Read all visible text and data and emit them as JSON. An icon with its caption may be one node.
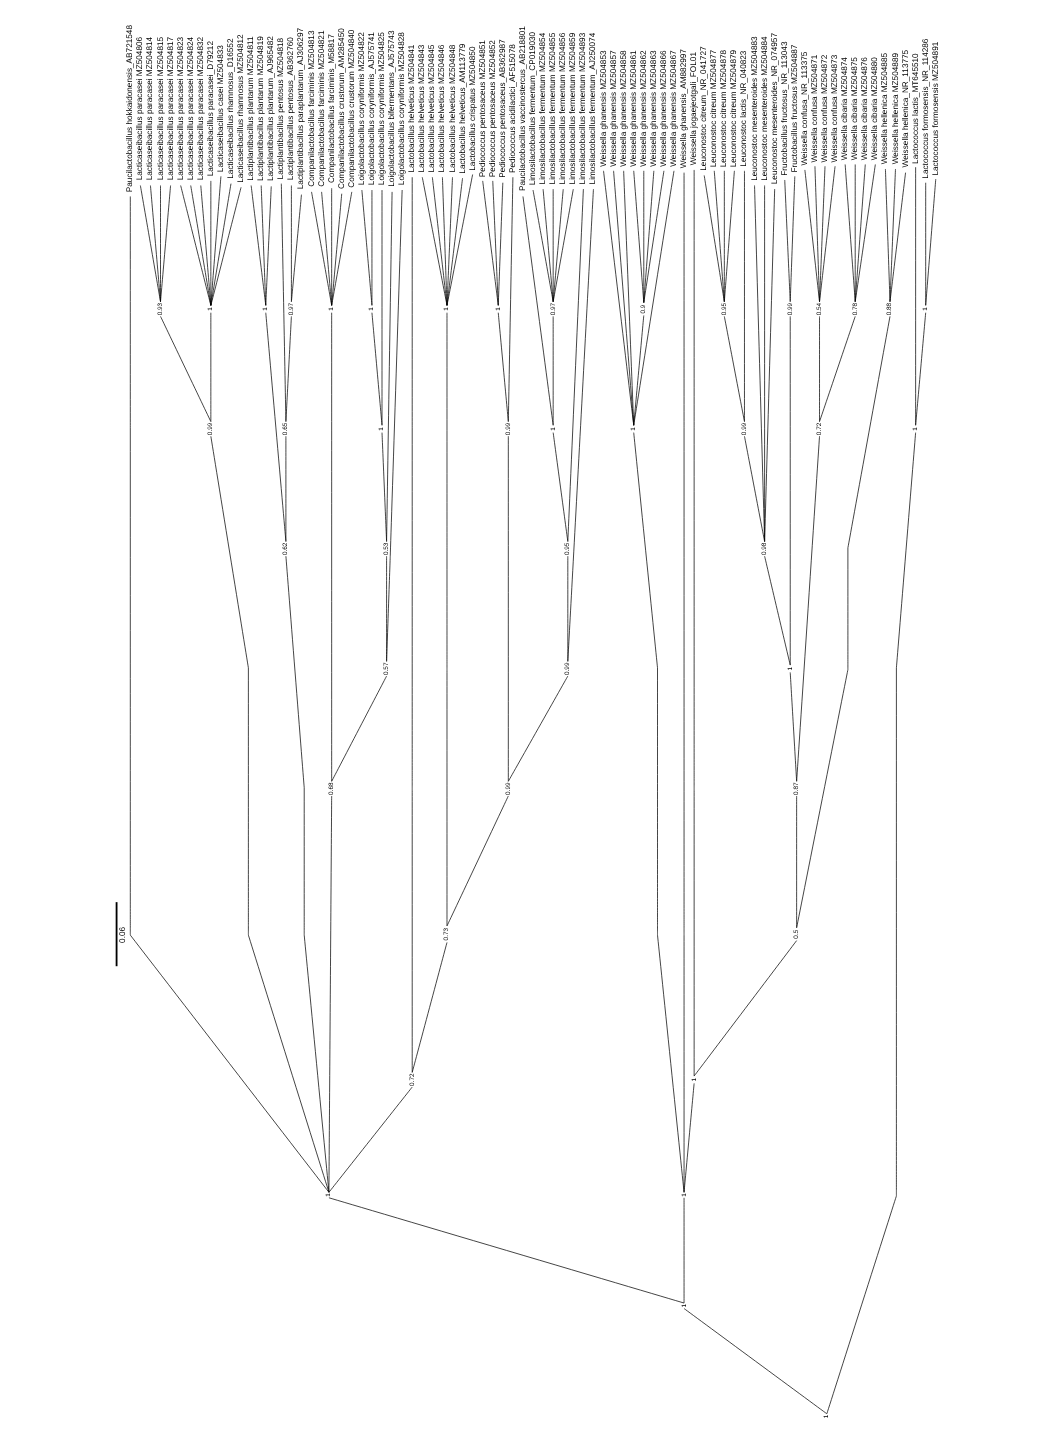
{
  "diagram": {
    "nodes": [
      {
        "text": [
          "1"
        ]
      },
      {
        "text": [
          "1"
        ]
      },
      {
        "text": [
          "1"
        ]
      },
      {
        "text": [
          "Paucilactobacillus hokkaidonensis_AB721548"
        ]
      },
      {
        "text": [
          "0.99"
        ]
      },
      {
        "text": [
          "0.93"
        ]
      },
      {
        "text": [
          "Lacticaseibacillus paracasei MZ504806"
        ]
      },
      {
        "text": [
          "Lacticaseibacillus paracasei MZ504814"
        ]
      },
      {
        "text": [
          "Lacticaseibacillus paracasei MZ504815"
        ]
      },
      {
        "text": [
          "Lacticaseibacillus paracasei MZ504817"
        ]
      },
      {
        "text": [
          "1"
        ]
      },
      {
        "text": [
          "Lacticaseibacillus paracasei MZ504823"
        ]
      },
      {
        "text": [
          "Lacticaseibacillus paracasei MZ504824"
        ]
      },
      {
        "text": [
          "Lacticaseibacillus paracasei MZ504832"
        ]
      },
      {
        "text": [
          "Lacticaseibacillus paracasei_D79212"
        ]
      },
      {
        "text": [
          "Lacticaseibacillus casei MZ504833"
        ]
      },
      {
        "text": [
          "Lacticaseibacillus rhamnosus_D16552"
        ]
      },
      {
        "text": [
          "Lacticaseibacillus rhamnosus MZ504812"
        ]
      },
      {
        "text": [
          "0.62"
        ]
      },
      {
        "text": [
          "1"
        ]
      },
      {
        "text": [
          "Lactiplantibacillus plantarum MZ504811"
        ]
      },
      {
        "text": [
          "Lactiplantibacillus plantarum MZ504819"
        ]
      },
      {
        "text": [
          "Lactiplantibacillus plantarum_AJ965482"
        ]
      },
      {
        "text": [
          "0.65"
        ]
      },
      {
        "text": [
          "Lactiplantibacillus pentosus MZ504818"
        ]
      },
      {
        "text": [
          "0.97"
        ]
      },
      {
        "text": [
          "Lactiplantibacillus pentosus_AB362760"
        ]
      },
      {
        "text": [
          "Lactiplantibacillus paraplantarum_AJ306297"
        ]
      },
      {
        "text": [
          "0.68"
        ]
      },
      {
        "text": [
          "1"
        ]
      },
      {
        "text": [
          "Companilactobacillus farciminis MZ504813"
        ]
      },
      {
        "text": [
          "Companilactobacillus farciminis MZ504821"
        ]
      },
      {
        "text": [
          "Companilactobacillus farciminis_M58817"
        ]
      },
      {
        "text": [
          "Companilactobacillus crustorum_AM285450"
        ]
      },
      {
        "text": [
          "Companilactobacillus crustorum MZ504840"
        ]
      },
      {
        "text": [
          "0.57"
        ]
      },
      {
        "text": [
          "0.53"
        ]
      },
      {
        "text": [
          "1"
        ]
      },
      {
        "text": [
          "1"
        ]
      },
      {
        "text": [
          "Loigolactobacillus coryniformis MZ504822"
        ]
      },
      {
        "text": [
          "Loigolactobacillus coryniformis_AJ575741"
        ]
      },
      {
        "text": [
          "Loigolactobacillus coryniformis MZ504825"
        ]
      },
      {
        "text": [
          "Loigolactobacillus bifermentans_AJ575743"
        ]
      },
      {
        "text": [
          "Loigolactobacillus coryniformis MZ504828"
        ]
      },
      {
        "text": [
          "0.72"
        ]
      },
      {
        "text": [
          "Lactobacillus helveticus MZ504841"
        ]
      },
      {
        "text": [
          "0.73"
        ]
      },
      {
        "text": [
          "1"
        ]
      },
      {
        "text": [
          "Lactobacillus helveticus MZ504843"
        ]
      },
      {
        "text": [
          "Lactobacillus helveticus MZ504845"
        ]
      },
      {
        "text": [
          "Lactobacillus helveticus MZ504846"
        ]
      },
      {
        "text": [
          "Lactobacillus helveticus MZ504848"
        ]
      },
      {
        "text": [
          "Lactobacillus helveticus_AM113779"
        ]
      },
      {
        "text": [
          "Lactobacillus crispatus MZ504850"
        ]
      },
      {
        "text": [
          "0.99"
        ]
      },
      {
        "text": [
          "0.99"
        ]
      },
      {
        "text": [
          "1"
        ]
      },
      {
        "text": [
          "Pediococcus pentosaceus MZ504851"
        ]
      },
      {
        "text": [
          "Pediococcus pentosaceus MZ504852"
        ]
      },
      {
        "text": [
          "Pediococcus pentosaceus_AB362987"
        ]
      },
      {
        "text": [
          "Pediococcus acidilactici_AF515078"
        ]
      },
      {
        "text": [
          "0.99"
        ]
      },
      {
        "text": [
          "0.95"
        ]
      },
      {
        "text": [
          "1"
        ]
      },
      {
        "text": [
          "Paucilactobacillus vaccinostercus_AB218801"
        ]
      },
      {
        "text": [
          "0.97"
        ]
      },
      {
        "text": [
          "Limosilactobacillus fermentum_CP019030"
        ]
      },
      {
        "text": [
          "Limosilactobacillus fermentum MZ504854"
        ]
      },
      {
        "text": [
          "Limosilactobacillus fermentum MZ504855"
        ]
      },
      {
        "text": [
          "Limosilactobacillus fermentum MZ504856"
        ]
      },
      {
        "text": [
          "Limosilactobacillus fermentum MZ504859"
        ]
      },
      {
        "text": [
          "Limosilactobacillus fermentum MZ504893"
        ]
      },
      {
        "text": [
          "Limosilactobacillus fermentum_AJ250074"
        ]
      },
      {
        "text": [
          "1"
        ]
      },
      {
        "text": [
          "1"
        ]
      },
      {
        "text": [
          "Weissella ghanensis MZ504853"
        ]
      },
      {
        "text": [
          "Weissella ghanensis MZ504857"
        ]
      },
      {
        "text": [
          "Weissella ghanensis MZ504858"
        ]
      },
      {
        "text": [
          "0.9"
        ]
      },
      {
        "text": [
          "Weissella ghanensis MZ504861"
        ]
      },
      {
        "text": [
          "Weissella ghanensis MZ504862"
        ]
      },
      {
        "text": [
          "Weissella ghanensis MZ504863"
        ]
      },
      {
        "text": [
          "Weissella ghanensis MZ504866"
        ]
      },
      {
        "text": [
          "Weissella ghanensis MZ504867"
        ]
      },
      {
        "text": [
          "Weissella ghanensis_AM882997"
        ]
      },
      {
        "text": [
          "1"
        ]
      },
      {
        "text": [
          "Weissella jogaejeotgali_FOL01"
        ]
      },
      {
        "text": [
          "0.5"
        ]
      },
      {
        "text": [
          "0.87"
        ]
      },
      {
        "text": [
          "1"
        ]
      },
      {
        "text": [
          "0.98"
        ]
      },
      {
        "text": [
          "0.99"
        ]
      },
      {
        "text": [
          "0.95"
        ]
      },
      {
        "text": [
          "Leuconostoc citreum_NR_041727"
        ]
      },
      {
        "text": [
          "Leuconostoc citreum MZ504877"
        ]
      },
      {
        "text": [
          "Leuconostoc citreum MZ504878"
        ]
      },
      {
        "text": [
          "Leuconostoc citreum MZ504879"
        ]
      },
      {
        "text": [
          "Leuconostoc lactis_NR_040823"
        ]
      },
      {
        "text": [
          "Leuconostoc mesenteroides MZ504883"
        ]
      },
      {
        "text": [
          "Leuconostoc mesenteroides MZ504884"
        ]
      },
      {
        "text": [
          "Leuconostoc mesenteroides_NR_074957"
        ]
      },
      {
        "text": [
          "0.99"
        ]
      },
      {
        "text": [
          "Fructobacillus fructosus_NR_113043"
        ]
      },
      {
        "text": [
          "Fructobacillus fructosus MZ504887"
        ]
      },
      {
        "text": [
          "0.72"
        ]
      },
      {
        "text": [
          "0.54"
        ]
      },
      {
        "text": [
          "Weissella confusa_NR_113375"
        ]
      },
      {
        "text": [
          "Weissella confusa MZ504871"
        ]
      },
      {
        "text": [
          "Weissella confusa MZ504872"
        ]
      },
      {
        "text": [
          "Weissella confusa MZ504873"
        ]
      },
      {
        "text": [
          "0.78"
        ]
      },
      {
        "text": [
          "Weissella cibaria MZ504874"
        ]
      },
      {
        "text": [
          "Weissella cibaria MZ504875"
        ]
      },
      {
        "text": [
          "Weissella cibaria MZ504876"
        ]
      },
      {
        "text": [
          "Weissella cibaria MZ504880"
        ]
      },
      {
        "text": [
          "0.88"
        ]
      },
      {
        "text": [
          "Weissella hellenica MZ504885"
        ]
      },
      {
        "text": [
          "Weissella hellenica MZ504889"
        ]
      },
      {
        "text": [
          "Weissella hellenica_NR_113775"
        ]
      },
      {
        "text": [
          "1"
        ]
      },
      {
        "text": [
          "Lactococcus lactis_MT645510"
        ]
      },
      {
        "text": [
          "1"
        ]
      },
      {
        "text": [
          "Lactococcus formosensis_NR_114286"
        ]
      },
      {
        "text": [
          "Lactococcus formosensis MZ504891"
        ]
      }
    ],
    "edges": [
      {
        "from": 0,
        "to": 1,
        "arrow": "none"
      },
      {
        "from": 0,
        "to": 119,
        "arrow": "none"
      },
      {
        "from": 1,
        "to": 2,
        "arrow": "none"
      },
      {
        "from": 1,
        "to": 73,
        "arrow": "none"
      },
      {
        "from": 2,
        "to": 3,
        "arrow": "none"
      },
      {
        "from": 2,
        "to": 4,
        "arrow": "none"
      },
      {
        "from": 2,
        "to": 18,
        "arrow": "none"
      },
      {
        "from": 2,
        "to": 28,
        "arrow": "none"
      },
      {
        "from": 2,
        "to": 44,
        "arrow": "none"
      },
      {
        "from": 4,
        "to": 5,
        "arrow": "none"
      },
      {
        "from": 4,
        "to": 10,
        "arrow": "none"
      },
      {
        "from": 5,
        "to": 6,
        "arrow": "none"
      },
      {
        "from": 5,
        "to": 7,
        "arrow": "none"
      },
      {
        "from": 5,
        "to": 8,
        "arrow": "none"
      },
      {
        "from": 5,
        "to": 9,
        "arrow": "none"
      },
      {
        "from": 10,
        "to": 11,
        "arrow": "none"
      },
      {
        "from": 10,
        "to": 12,
        "arrow": "none"
      },
      {
        "from": 10,
        "to": 13,
        "arrow": "none"
      },
      {
        "from": 10,
        "to": 14,
        "arrow": "none"
      },
      {
        "from": 10,
        "to": 15,
        "arrow": "none"
      },
      {
        "from": 10,
        "to": 16,
        "arrow": "none"
      },
      {
        "from": 10,
        "to": 17,
        "arrow": "none"
      },
      {
        "from": 18,
        "to": 19,
        "arrow": "none"
      },
      {
        "from": 18,
        "to": 23,
        "arrow": "none"
      },
      {
        "from": 19,
        "to": 20,
        "arrow": "none"
      },
      {
        "from": 19,
        "to": 21,
        "arrow": "none"
      },
      {
        "from": 19,
        "to": 22,
        "arrow": "none"
      },
      {
        "from": 23,
        "to": 24,
        "arrow": "none"
      },
      {
        "from": 23,
        "to": 25,
        "arrow": "none"
      },
      {
        "from": 25,
        "to": 26,
        "arrow": "none"
      },
      {
        "from": 25,
        "to": 27,
        "arrow": "none"
      },
      {
        "from": 28,
        "to": 29,
        "arrow": "none"
      },
      {
        "from": 28,
        "to": 35,
        "arrow": "none"
      },
      {
        "from": 29,
        "to": 30,
        "arrow": "none"
      },
      {
        "from": 29,
        "to": 31,
        "arrow": "none"
      },
      {
        "from": 29,
        "to": 32,
        "arrow": "none"
      },
      {
        "from": 29,
        "to": 33,
        "arrow": "none"
      },
      {
        "from": 29,
        "to": 34,
        "arrow": "none"
      },
      {
        "from": 35,
        "to": 36,
        "arrow": "none"
      },
      {
        "from": 35,
        "to": 43,
        "arrow": "none"
      },
      {
        "from": 36,
        "to": 37,
        "arrow": "none"
      },
      {
        "from": 36,
        "to": 42,
        "arrow": "none"
      },
      {
        "from": 37,
        "to": 38,
        "arrow": "none"
      },
      {
        "from": 37,
        "to": 41,
        "arrow": "none"
      },
      {
        "from": 38,
        "to": 39,
        "arrow": "none"
      },
      {
        "from": 38,
        "to": 40,
        "arrow": "none"
      },
      {
        "from": 44,
        "to": 45,
        "arrow": "none"
      },
      {
        "from": 44,
        "to": 46,
        "arrow": "none"
      },
      {
        "from": 46,
        "to": 47,
        "arrow": "none"
      },
      {
        "from": 46,
        "to": 54,
        "arrow": "none"
      },
      {
        "from": 47,
        "to": 48,
        "arrow": "none"
      },
      {
        "from": 47,
        "to": 49,
        "arrow": "none"
      },
      {
        "from": 47,
        "to": 50,
        "arrow": "none"
      },
      {
        "from": 47,
        "to": 51,
        "arrow": "none"
      },
      {
        "from": 47,
        "to": 52,
        "arrow": "none"
      },
      {
        "from": 47,
        "to": 53,
        "arrow": "none"
      },
      {
        "from": 54,
        "to": 55,
        "arrow": "none"
      },
      {
        "from": 54,
        "to": 61,
        "arrow": "none"
      },
      {
        "from": 55,
        "to": 56,
        "arrow": "none"
      },
      {
        "from": 55,
        "to": 60,
        "arrow": "none"
      },
      {
        "from": 56,
        "to": 57,
        "arrow": "none"
      },
      {
        "from": 56,
        "to": 58,
        "arrow": "none"
      },
      {
        "from": 56,
        "to": 59,
        "arrow": "none"
      },
      {
        "from": 61,
        "to": 62,
        "arrow": "none"
      },
      {
        "from": 61,
        "to": 72,
        "arrow": "none"
      },
      {
        "from": 62,
        "to": 63,
        "arrow": "none"
      },
      {
        "from": 62,
        "to": 71,
        "arrow": "none"
      },
      {
        "from": 63,
        "to": 64,
        "arrow": "none"
      },
      {
        "from": 63,
        "to": 65,
        "arrow": "none"
      },
      {
        "from": 65,
        "to": 66,
        "arrow": "none"
      },
      {
        "from": 65,
        "to": 67,
        "arrow": "none"
      },
      {
        "from": 65,
        "to": 68,
        "arrow": "none"
      },
      {
        "from": 65,
        "to": 69,
        "arrow": "none"
      },
      {
        "from": 65,
        "to": 70,
        "arrow": "none"
      },
      {
        "from": 73,
        "to": 74,
        "arrow": "none"
      },
      {
        "from": 73,
        "to": 84,
        "arrow": "none"
      },
      {
        "from": 73,
        "to": 85,
        "arrow": "none"
      },
      {
        "from": 74,
        "to": 75,
        "arrow": "none"
      },
      {
        "from": 74,
        "to": 76,
        "arrow": "none"
      },
      {
        "from": 74,
        "to": 77,
        "arrow": "none"
      },
      {
        "from": 74,
        "to": 78,
        "arrow": "none"
      },
      {
        "from": 74,
        "to": 83,
        "arrow": "none"
      },
      {
        "from": 78,
        "to": 79,
        "arrow": "none"
      },
      {
        "from": 78,
        "to": 80,
        "arrow": "none"
      },
      {
        "from": 78,
        "to": 81,
        "arrow": "none"
      },
      {
        "from": 78,
        "to": 82,
        "arrow": "none"
      },
      {
        "from": 85,
        "to": 86,
        "arrow": "none"
      },
      {
        "from": 85,
        "to": 87,
        "arrow": "none"
      },
      {
        "from": 87,
        "to": 88,
        "arrow": "none"
      },
      {
        "from": 87,
        "to": 115,
        "arrow": "none"
      },
      {
        "from": 88,
        "to": 89,
        "arrow": "none"
      },
      {
        "from": 88,
        "to": 104,
        "arrow": "none"
      },
      {
        "from": 89,
        "to": 90,
        "arrow": "none"
      },
      {
        "from": 89,
        "to": 101,
        "arrow": "none"
      },
      {
        "from": 90,
        "to": 91,
        "arrow": "none"
      },
      {
        "from": 90,
        "to": 98,
        "arrow": "none"
      },
      {
        "from": 90,
        "to": 99,
        "arrow": "none"
      },
      {
        "from": 90,
        "to": 100,
        "arrow": "none"
      },
      {
        "from": 91,
        "to": 92,
        "arrow": "none"
      },
      {
        "from": 91,
        "to": 97,
        "arrow": "none"
      },
      {
        "from": 92,
        "to": 93,
        "arrow": "none"
      },
      {
        "from": 92,
        "to": 94,
        "arrow": "none"
      },
      {
        "from": 92,
        "to": 95,
        "arrow": "none"
      },
      {
        "from": 92,
        "to": 96,
        "arrow": "none"
      },
      {
        "from": 101,
        "to": 102,
        "arrow": "none"
      },
      {
        "from": 101,
        "to": 103,
        "arrow": "none"
      },
      {
        "from": 104,
        "to": 105,
        "arrow": "none"
      },
      {
        "from": 104,
        "to": 110,
        "arrow": "none"
      },
      {
        "from": 105,
        "to": 106,
        "arrow": "none"
      },
      {
        "from": 105,
        "to": 107,
        "arrow": "none"
      },
      {
        "from": 105,
        "to": 108,
        "arrow": "none"
      },
      {
        "from": 105,
        "to": 109,
        "arrow": "none"
      },
      {
        "from": 110,
        "to": 111,
        "arrow": "none"
      },
      {
        "from": 110,
        "to": 112,
        "arrow": "none"
      },
      {
        "from": 110,
        "to": 113,
        "arrow": "none"
      },
      {
        "from": 110,
        "to": 114,
        "arrow": "none"
      },
      {
        "from": 115,
        "to": 116,
        "arrow": "none"
      },
      {
        "from": 115,
        "to": 117,
        "arrow": "none"
      },
      {
        "from": 115,
        "to": 118,
        "arrow": "none"
      },
      {
        "from": 119,
        "to": 120,
        "arrow": "none"
      },
      {
        "from": 119,
        "to": 121,
        "arrow": "none"
      },
      {
        "from": 121,
        "to": 122,
        "arrow": "none"
      },
      {
        "from": 121,
        "to": 123,
        "arrow": "none"
      }
    ],
    "labels": [
      "0.06"
    ]
  }
}
